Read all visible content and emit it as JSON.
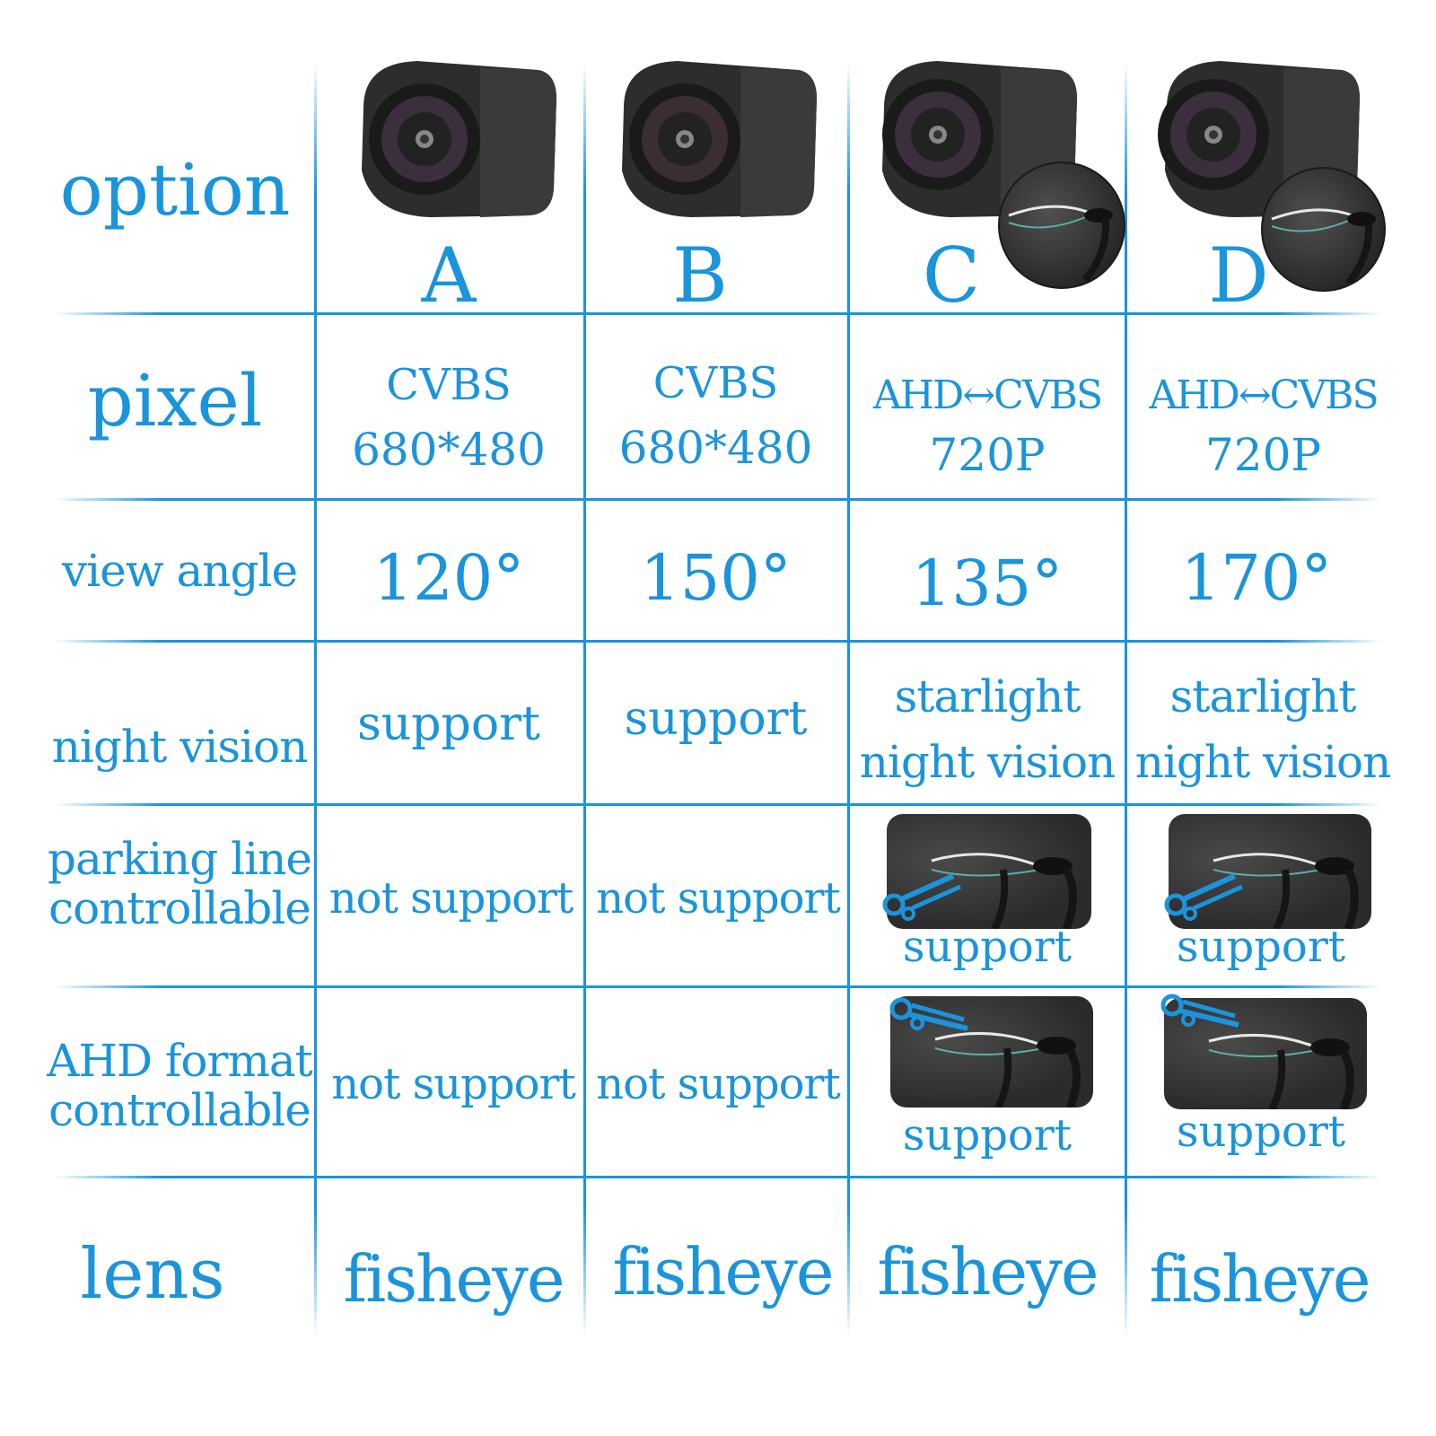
{
  "rows": {
    "option": "option",
    "pixel": "pixel",
    "view_angle": "view angle",
    "night_vision": "night vision",
    "parking_line": [
      "parking line",
      "controllable"
    ],
    "ahd_format": [
      "AHD format",
      "controllable"
    ],
    "lens": "lens"
  },
  "options": [
    {
      "letter": "A",
      "pixel": [
        "CVBS",
        "680*480"
      ],
      "angle": "120°",
      "night": [
        "support"
      ],
      "parking": "not support",
      "ahd": "not support",
      "lens": "fisheye"
    },
    {
      "letter": "B",
      "pixel": [
        "CVBS",
        "680*480"
      ],
      "angle": "150°",
      "night": [
        "support"
      ],
      "parking": "not support",
      "ahd": "not support",
      "lens": "fisheye"
    },
    {
      "letter": "C",
      "pixel": [
        "AHD↔CVBS",
        "720P"
      ],
      "angle": "135°",
      "night": [
        "starlight",
        "night vision"
      ],
      "parking": "support",
      "ahd": "support",
      "lens": "fisheye"
    },
    {
      "letter": "D",
      "pixel": [
        "AHD↔CVBS",
        "720P"
      ],
      "angle": "170°",
      "night": [
        "starlight",
        "night vision"
      ],
      "parking": "support",
      "ahd": "support",
      "lens": "fisheye"
    }
  ],
  "colors": {
    "accent": "#1a94dc",
    "camera": "#2e2e2e"
  },
  "icons": [
    "camera-icon",
    "scissors-icon",
    "wire-thumbnail"
  ]
}
